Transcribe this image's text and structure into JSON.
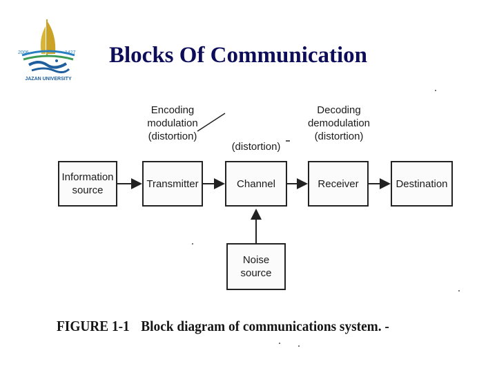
{
  "title": "Blocks Of Communication",
  "logo": {
    "name": "JAZAN UNIVERSITY",
    "year_left": "2006",
    "year_right": "1427"
  },
  "diagram": {
    "blocks": {
      "information_source": "Information\nsource",
      "transmitter": "Transmitter",
      "channel": "Channel",
      "receiver": "Receiver",
      "destination": "Destination",
      "noise_source": "Noise\nsource"
    },
    "annotations": {
      "transmitter": "Encoding\nmodulation\n(distortion)",
      "channel": "(distortion)",
      "receiver": "Decoding\ndemodulation\n(distortion)"
    }
  },
  "caption": {
    "label": "FIGURE 1-1",
    "text": "Block diagram of communications system."
  },
  "colors": {
    "title": "#0d0d5a",
    "logo_gold": "#c9a227",
    "logo_blue": "#2a7fc0",
    "logo_green": "#3c9a52"
  }
}
